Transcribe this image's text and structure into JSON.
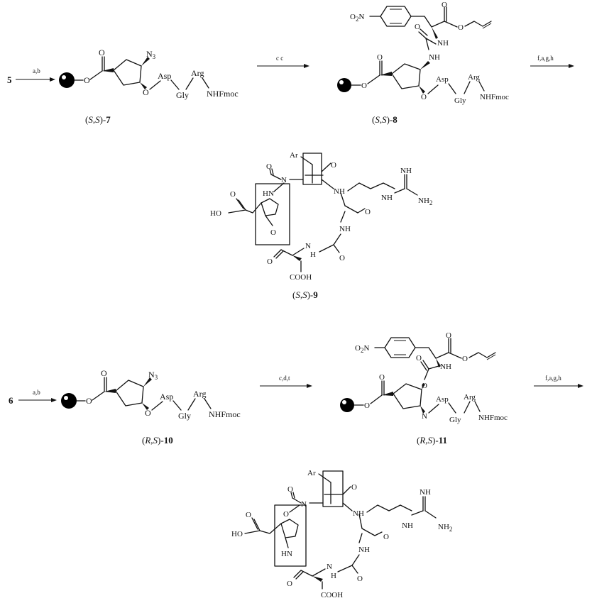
{
  "reactions": {
    "start_5": "5",
    "start_6": "6",
    "cond_ab_top": "a,b",
    "cond_cc_top": "c  c",
    "cond_fagh_top": "f,a,g,h",
    "cond_ab_bottom": "a,b",
    "cond_cdt_bottom": "c,d,t",
    "cond_fagh_bottom": "f,a,g,h"
  },
  "labels": {
    "c7": {
      "pre": "(",
      "s1": "S",
      "comma": ",",
      "s2": "S",
      "post": ")-",
      "num": "7"
    },
    "c8": {
      "pre": "(",
      "s1": "S",
      "comma": ",",
      "s2": "S",
      "post": ")-",
      "num": "8"
    },
    "c9": {
      "pre": "(",
      "s1": "S",
      "comma": ",",
      "s2": "S",
      "post": ")-",
      "num": "9"
    },
    "c10": {
      "pre": "(",
      "s1": "R",
      "comma": ",",
      "s2": "S",
      "post": ")-",
      "num": "10"
    },
    "c11": {
      "pre": "(",
      "s1": "R",
      "comma": ",",
      "s2": "S",
      "post": ")-",
      "num": "11"
    }
  },
  "atoms": {
    "O": "O",
    "N3": "N",
    "N3_sub": "3",
    "Asp": "Asp",
    "Gly": "Gly",
    "Arg": "Arg",
    "NHFmoc": "NHFmoc",
    "O2N": "O",
    "O2N_sub": "2",
    "O2N_tail": "N",
    "NH": "NH",
    "HN": "HN",
    "N": "N",
    "H": "H",
    "Ar": "Ar",
    "HO": "HO",
    "COOH": "COOH",
    "NH2": "NH",
    "NH2_sub": "2"
  }
}
